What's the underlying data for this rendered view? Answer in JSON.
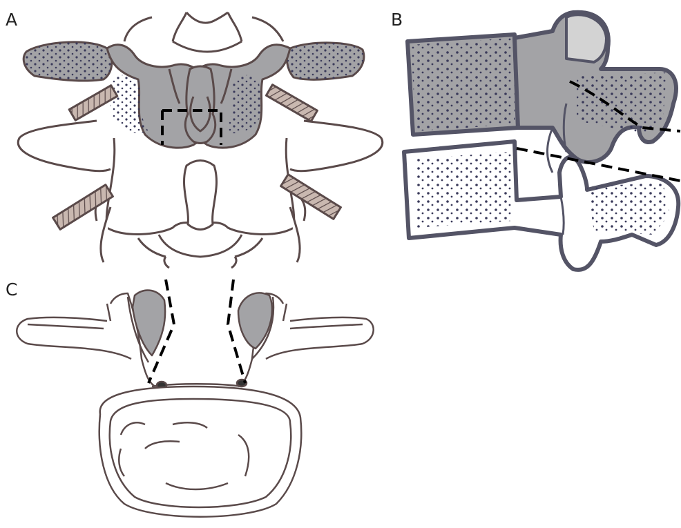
{
  "panels": {
    "a": {
      "label": "A"
    },
    "b": {
      "label": "B"
    },
    "c": {
      "label": "C"
    }
  },
  "colors": {
    "bone_fill": "#a3a3a6",
    "outline": "#5a4a4a",
    "dark_outline": "#545466",
    "cut_line": "#000000",
    "background": "#ffffff"
  }
}
